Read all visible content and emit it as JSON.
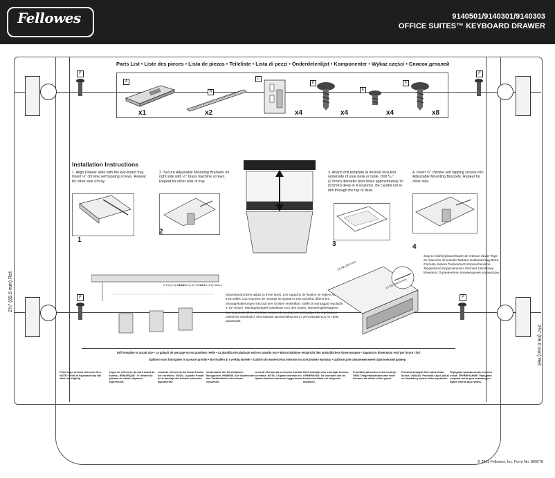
{
  "header": {
    "logo": "Fellowes",
    "model_numbers": "9140501/9140301/9140303",
    "product_name": "OFFICE SUITES™ KEYBOARD DRAWER",
    "background": "#1e1e1e",
    "text_color": "#ffffff"
  },
  "parts": {
    "title": "Parts List • Liste des pieces • Lista de piezas • Teileliste • Lista di pezzi • Onderdelenlijst • Komponenter • Wykaz części • Список деталей",
    "items": [
      {
        "letter": "A",
        "qty": "x1"
      },
      {
        "letter": "B",
        "qty": "x2"
      },
      {
        "letter": "C",
        "qty": "x4"
      },
      {
        "letter": "D",
        "qty": "x4"
      },
      {
        "letter": "E",
        "qty": "x4"
      },
      {
        "letter": "F",
        "qty": "x8"
      }
    ]
  },
  "install": {
    "title": "Installation Instructions",
    "step1": "1. Align Drawer slide with the key-board tray. Insert ½\" chrome self tapping screws. Repeat for other side of tray.",
    "step2": "2. Secure Adjustable Mounting Brackets on right side with ½\" brass machine screws. Repeat for other side of tray.",
    "step3": "3. Attach drill template at desired loca-tion underside of your desk or table. Drill ⅟₁₀\" (2.5mm) diameter pilot holes approximately ⅜\" (9.5mm) deep in 4 locations. Be careful not to drill through the top of desk.",
    "step4": "4. Insert ½\" chrome self tapping screws into Adjustable Mounting Brackets. Repeat for other side.",
    "num1": "1",
    "num2": "2",
    "num3": "3",
    "num4": "4"
  },
  "bracket_note": "Mounting Brackets adjust to three sizes. Les supports de fixation se règlent sur trois tailles. Los soportes de montaje se ajustan a tres tamaños diferentes. Montagehalterungen sind auf drei Größen einstellbar. Staffe di montaggio regolabili in tre misure. Montagebeugels instelbaar voor drie maten. Monteringsbeslagene kan anpassas till tre storlekar. Wsporniki montażowe posiadają trzy regulowane położenia wysokości. Монтажные кронштейны могут регулироваться по трем размерам.",
  "dims": [
    "2 1/2 (2.2) 58mm",
    "2 13/16 (1.6) 71mm",
    "1 3/16 (1.6) 40mm",
    "13 3/8 (340 mm)",
    "13 3/8 (340.0 mm)"
  ],
  "stops": "Stop to hold keyboard Butée de retenue clavier Tope de retención de teclado Tastatur-Halteanschlag Barra d'arresto tastiera Toetsenbord stopmechanisme Tangentbord stoppmekanism Element zatrzskowy klawiatury Ограничитель перемещения клавиатуры",
  "ref_label": "2¾\" (69.6 mm) Ref.",
  "footer": {
    "line1": "Drill template is actual size • Le gabarit de perçage est en grandeur réelle • La plantilla de taladrado está en tamaño real • Bohrschablone entspricht den tatsächlichen Abmessungen • Sagoma in dimensioni reali per forare i fori",
    "line2": "Sjabloon voor boorgaten is op ware grootte • Borrmallen är i verklig storlek • Szablon do wywiercenia otworów ma rzeczywiste wymiary • Шаблон для сверления имеет фактический размер"
  },
  "notes": [
    "Front edge of desk reference line. NOTE: Front of keyboard tray will stick out slightly.",
    "Ligne de référence du bord avant du bureau. REMARQUE : le devant du plateau de clavier dépasse légèrement.",
    "Línea de referencia del borde frontal del escritorio. NOTA: La parte frontal de la bandeja del teclado sobresale ligeramente.",
    "Vorderkante der Schreibtisch-Bezugslinie. HINWEIS: Die Vorderseite des Tastaturfachs wird etwas vorstehen.",
    "Linea di riferimento per bordo frontale scrivania. NOTA: La parte frontale del ripiano tastiera fuoriesce leggermente.",
    "Referentielijn voor voorzijde bureau. OPMERKING: De voorkant van de toetsenbordlade zal enigszins uitsteken.",
    "Frontkant på borden referens-linje. OBS! Tangentbordsbrickans front kommer att sticka ut lite grand.",
    "Przednia krawędź linii odniesienia biurka. UWAGA: Przednia część pół-ki na klawiaturę będzie lekko wystawać.",
    "Передняя кромка линии отсчета стола. ПРИМЕЧАНИЕ: Передняя сторона лотка для клавиатуры будет слегка выступать."
  ],
  "copyright": "© 2011 Fellowes, Inc. Form No. 869278"
}
